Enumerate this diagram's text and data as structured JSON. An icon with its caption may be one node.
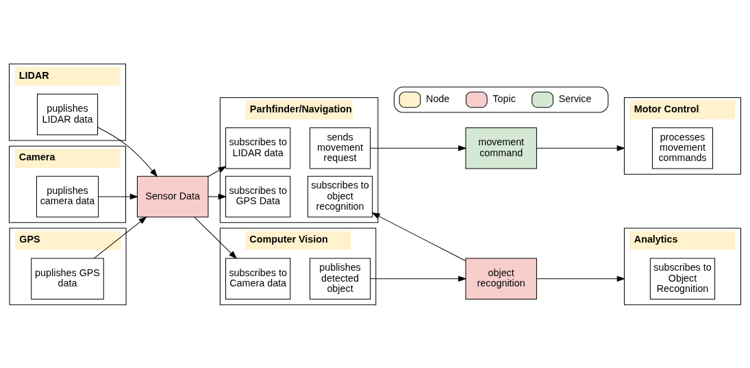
{
  "diagram": {
    "nodes": [
      {
        "text": [
          "LIDAR"
        ]
      },
      {
        "text": [
          "puplishes LIDAR data"
        ],
        "in": 0
      },
      {
        "text": [
          "Camera"
        ]
      },
      {
        "text": [
          "puplishes camera data"
        ],
        "in": 2
      },
      {
        "text": [
          "GPS"
        ]
      },
      {
        "text": [
          "puplishes GPS data"
        ],
        "in": 4
      },
      {
        "text": [
          "Sensor Data"
        ]
      },
      {
        "text": [
          "Parhfinder/Navigation"
        ]
      },
      {
        "text": [
          "subscribes to LIDAR data"
        ],
        "in": 7
      },
      {
        "text": [
          "sends movement request"
        ],
        "in": 7
      },
      {
        "text": [
          "subscribes to GPS Data"
        ],
        "in": 7
      },
      {
        "text": [
          "subscribes to object recognition"
        ],
        "in": 7
      },
      {
        "text": [
          "movement command"
        ]
      },
      {
        "text": [
          "Motor Control"
        ]
      },
      {
        "text": [
          "processes movement commands"
        ],
        "in": 13
      },
      {
        "text": [
          "Computer Vision"
        ]
      },
      {
        "text": [
          "subscribes to Camera data"
        ],
        "in": 15
      },
      {
        "text": [
          "publishes detected object"
        ],
        "in": 15
      },
      {
        "text": [
          "object recognition"
        ]
      },
      {
        "text": [
          "Analytics"
        ]
      },
      {
        "text": [
          "subscribes to Object Recognition"
        ],
        "in": 19
      }
    ],
    "edges": [
      {
        "from": 1,
        "to": 6,
        "arrow": "to"
      },
      {
        "from": 3,
        "to": 6,
        "arrow": "to"
      },
      {
        "from": 5,
        "to": 6,
        "arrow": "to"
      },
      {
        "from": 6,
        "to": 8,
        "arrow": "to"
      },
      {
        "from": 6,
        "to": 10,
        "arrow": "to"
      },
      {
        "from": 6,
        "to": 16,
        "arrow": "to"
      },
      {
        "from": 9,
        "to": 12,
        "arrow": "to"
      },
      {
        "from": 12,
        "to": 13,
        "arrow": "to"
      },
      {
        "from": 17,
        "to": 18,
        "arrow": "to"
      },
      {
        "from": 18,
        "to": 11,
        "arrow": "to"
      },
      {
        "from": 18,
        "to": 19,
        "arrow": "to"
      }
    ],
    "legend": [
      {
        "text": "Node",
        "color": "#fff2cc"
      },
      {
        "text": "Topic",
        "color": "#f8cecc"
      },
      {
        "text": "Service",
        "color": "#d5e8d4"
      }
    ]
  }
}
